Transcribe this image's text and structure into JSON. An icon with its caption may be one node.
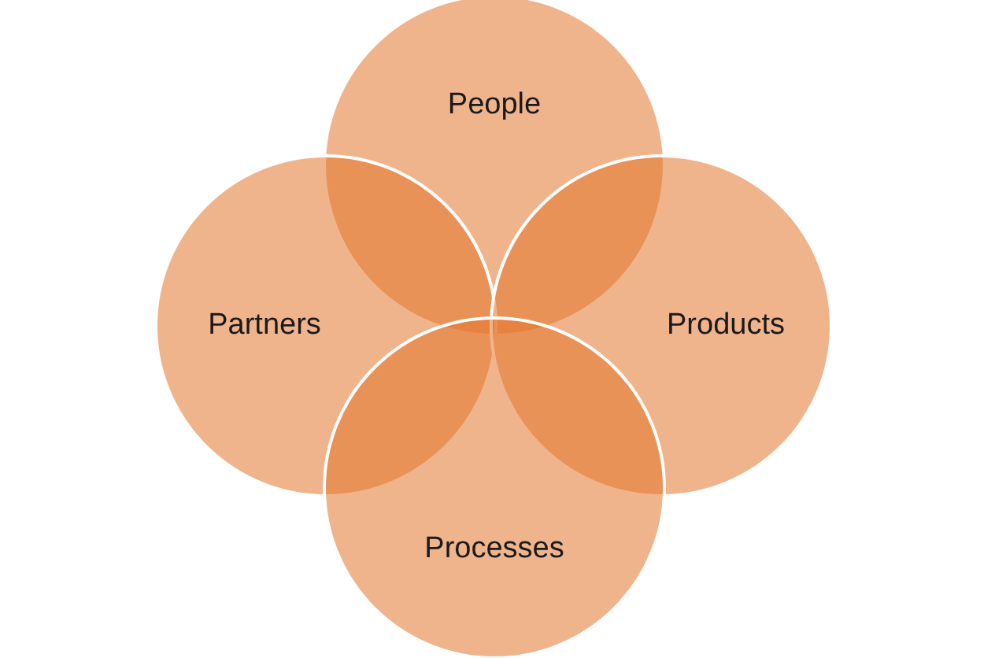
{
  "diagram": {
    "nodes": [
      {
        "text": [
          "People"
        ]
      },
      {
        "text": [
          "Partners"
        ]
      },
      {
        "text": [
          "Products"
        ]
      },
      {
        "text": [
          "Processes"
        ]
      }
    ]
  }
}
